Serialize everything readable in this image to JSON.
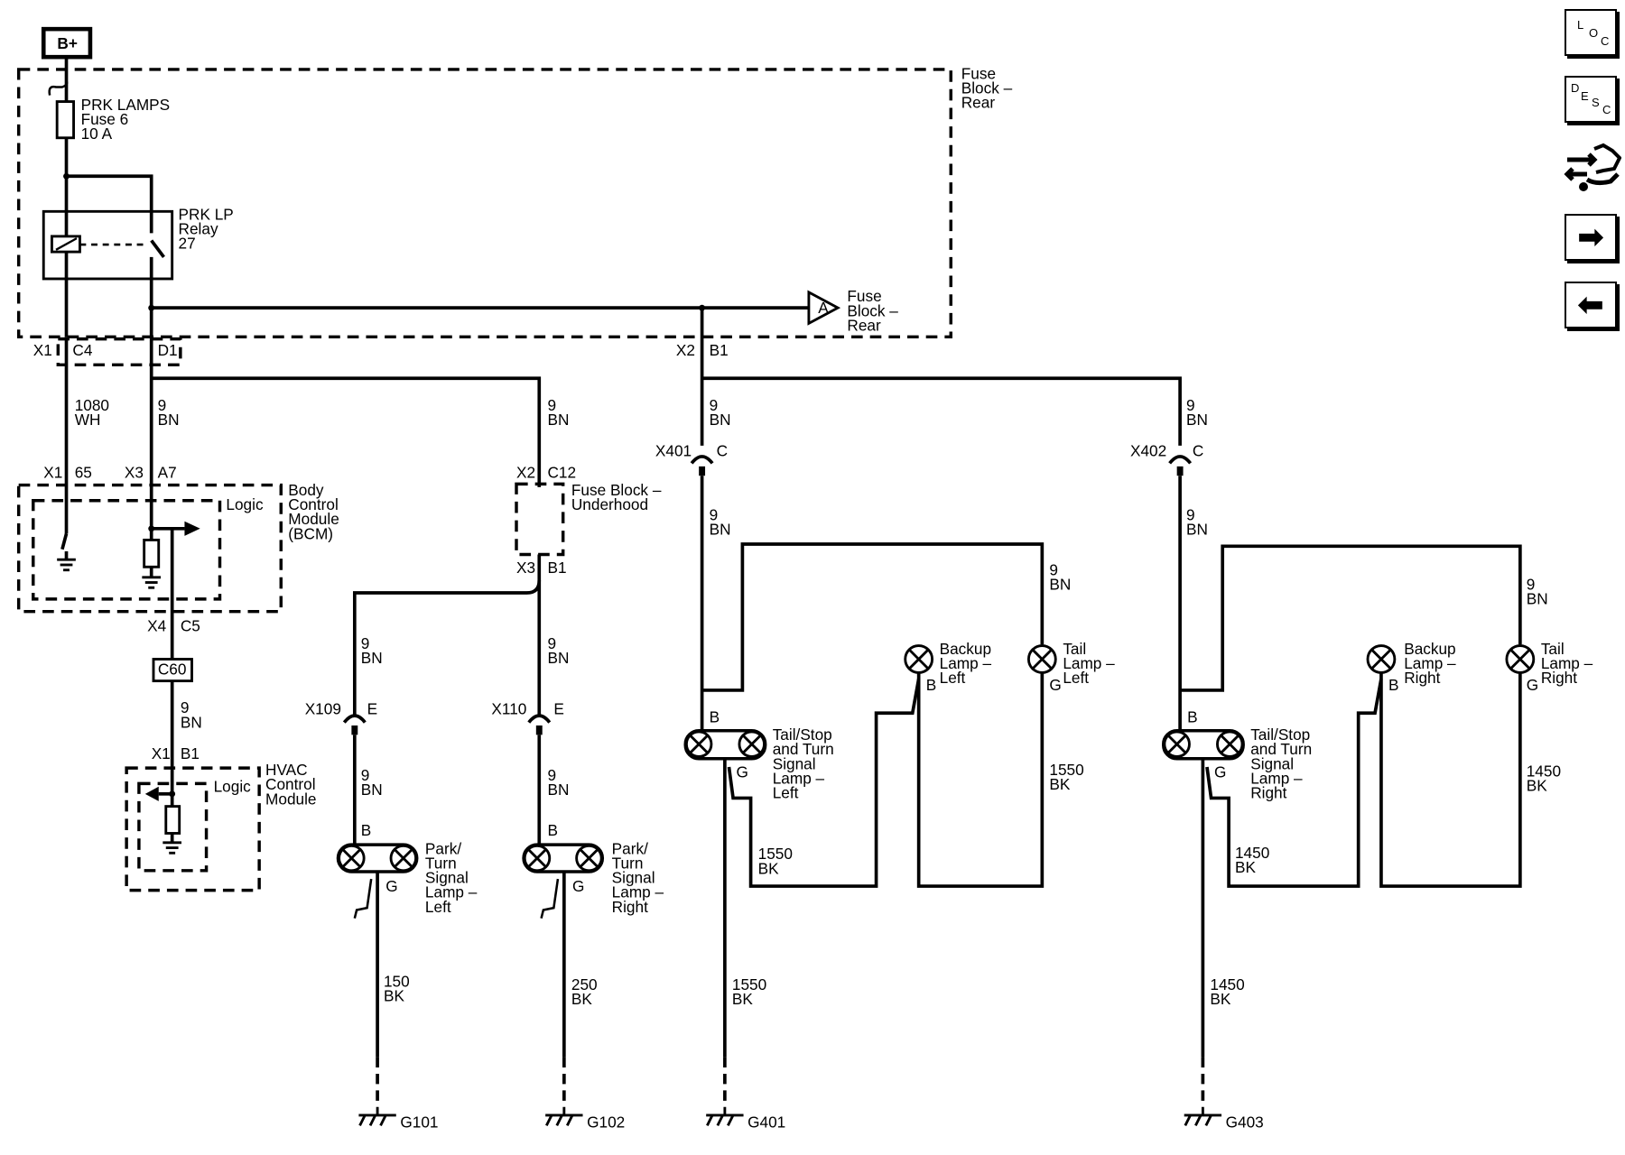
{
  "nav": {
    "loc": [
      "L",
      "O",
      "C"
    ],
    "desc": [
      "D",
      "E",
      "S",
      "C"
    ],
    "next_glyph": "➡",
    "prev_glyph": "⬅",
    "icons": [
      "loc-icon",
      "desc-icon",
      "connector-wrench-icon",
      "arrow-right-icon",
      "arrow-left-icon"
    ]
  },
  "power": {
    "label": "B+"
  },
  "fuse_block_rear": {
    "label": [
      "Fuse",
      "Block –",
      "Rear"
    ]
  },
  "fuse": {
    "label": [
      "PRK LAMPS",
      "Fuse 6",
      "10 A"
    ]
  },
  "relay": {
    "label": [
      "PRK LP",
      "Relay",
      "27"
    ]
  },
  "offpage": {
    "letter": "A",
    "label": [
      "Fuse",
      "Block –",
      "Rear"
    ]
  },
  "pins": {
    "x1": "X1",
    "c4": "C4",
    "d1": "D1",
    "x2": "X2",
    "b1": "B1",
    "x1b": "X1",
    "p65": "65",
    "x3": "X3",
    "a7": "A7",
    "x2b": "X2",
    "c12": "C12",
    "x3b": "X3",
    "b1b": "B1",
    "x4": "X4",
    "c5": "C5",
    "x1c": "X1",
    "b1c": "B1",
    "x401": "X401",
    "c401": "C",
    "x402": "X402",
    "c402": "C",
    "x109": "X109",
    "e109": "E",
    "x110": "X110",
    "e110": "E"
  },
  "wires": {
    "w1080": [
      "1080",
      "WH"
    ],
    "bn_a": [
      "9",
      "BN"
    ],
    "bn_b": [
      "9",
      "BN"
    ],
    "bn_c": [
      "9",
      "BN"
    ],
    "bn_d": [
      "9",
      "BN"
    ],
    "bn_e": [
      "9",
      "BN"
    ],
    "bn_f": [
      "9",
      "BN"
    ],
    "bn_g": [
      "9",
      "BN"
    ],
    "bn_h": [
      "9",
      "BN"
    ],
    "bn_i": [
      "9",
      "BN"
    ],
    "bn_j": [
      "9",
      "BN"
    ],
    "bn_k": [
      "9",
      "BN"
    ],
    "bn_l": [
      "9",
      "BN"
    ],
    "bk150": [
      "150",
      "BK"
    ],
    "bk250": [
      "250",
      "BK"
    ],
    "bk1550a": [
      "1550",
      "BK"
    ],
    "bk1550b": [
      "1550",
      "BK"
    ],
    "bk1550c": [
      "1550",
      "BK"
    ],
    "bk1450a": [
      "1450",
      "BK"
    ],
    "bk1450b": [
      "1450",
      "BK"
    ],
    "bk1450c": [
      "1450",
      "BK"
    ]
  },
  "bcm": {
    "label": [
      "Body",
      "Control",
      "Module",
      "(BCM)"
    ],
    "logic": "Logic"
  },
  "hvac": {
    "label": [
      "HVAC",
      "Control",
      "Module"
    ],
    "logic": "Logic"
  },
  "c60": {
    "label": "C60"
  },
  "underhood": {
    "label": [
      "Fuse Block –",
      "Underhood"
    ]
  },
  "lamps": {
    "park_left": {
      "label": [
        "Park/",
        "Turn",
        "Signal",
        "Lamp –",
        "Left"
      ],
      "b": "B",
      "g": "G"
    },
    "park_right": {
      "label": [
        "Park/",
        "Turn",
        "Signal",
        "Lamp –",
        "Right"
      ],
      "b": "B",
      "g": "G"
    },
    "tst_left": {
      "label": [
        "Tail/Stop",
        "and Turn",
        "Signal",
        "Lamp –",
        "Left"
      ],
      "b": "B",
      "g": "G"
    },
    "tst_right": {
      "label": [
        "Tail/Stop",
        "and Turn",
        "Signal",
        "Lamp –",
        "Right"
      ],
      "b": "B",
      "g": "G"
    },
    "backup_left": {
      "label": [
        "Backup",
        "Lamp –",
        "Left"
      ],
      "b": "B"
    },
    "tail_left": {
      "label": [
        "Tail",
        "Lamp –",
        "Left"
      ],
      "g": "G"
    },
    "backup_right": {
      "label": [
        "Backup",
        "Lamp –",
        "Right"
      ],
      "b": "B"
    },
    "tail_right": {
      "label": [
        "Tail",
        "Lamp –",
        "Right"
      ],
      "g": "G"
    }
  },
  "grounds": {
    "g101": "G101",
    "g102": "G102",
    "g401": "G401",
    "g403": "G403"
  }
}
